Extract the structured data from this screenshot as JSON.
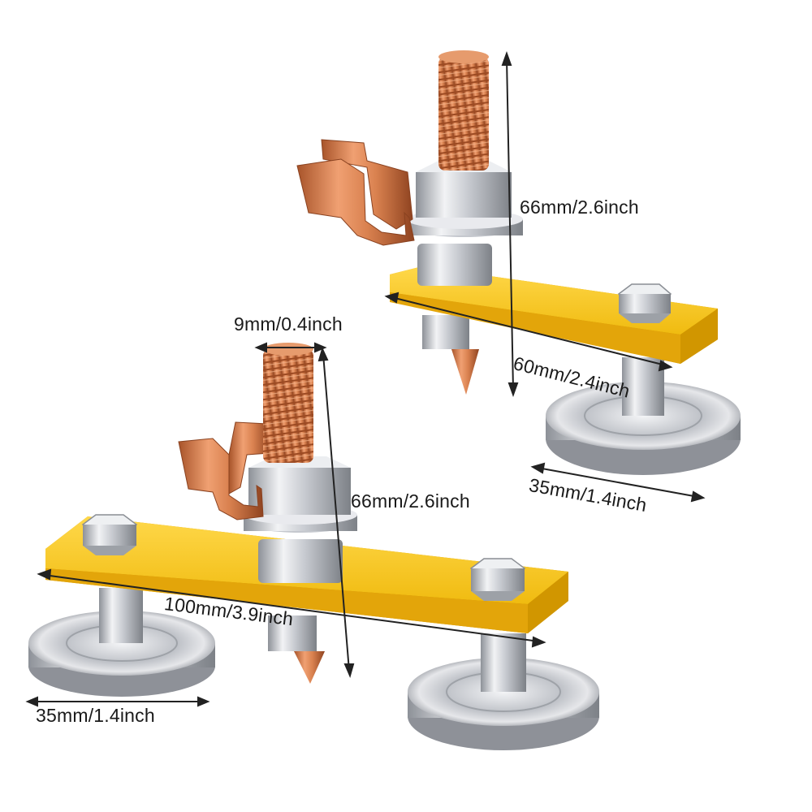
{
  "dimensions": {
    "top_height": "66mm/2.6inch",
    "top_plate_length": "60mm/2.4inch",
    "top_magnet_diameter": "35mm/1.4inch",
    "bolt_diameter": "9mm/0.4inch",
    "bottom_height": "66mm/2.6inch",
    "bottom_plate_length": "100mm/3.9inch",
    "bottom_magnet_diameter": "35mm/1.4inch"
  },
  "colors": {
    "plate_yellow": "#f6c71d",
    "copper": "#d07a48",
    "steel": "#c9ccd2",
    "background": "#ffffff"
  }
}
